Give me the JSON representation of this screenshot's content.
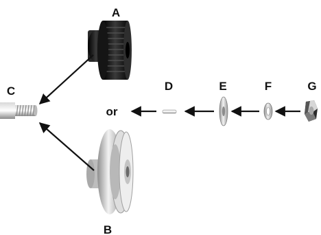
{
  "labels": {
    "a": "A",
    "b": "B",
    "c": "C",
    "d": "D",
    "e": "E",
    "f": "F",
    "g": "G",
    "or": "or"
  },
  "parts": {
    "a": "timing-pulley-icon",
    "b": "v-groove-pulley-icon",
    "c": "threaded-shaft-icon",
    "d": "set-pin-icon",
    "e": "flat-washer-icon",
    "f": "lock-washer-icon",
    "g": "hex-nut-icon"
  },
  "colors": {
    "arrow": "#111111",
    "black_part": "#1c1c1c",
    "silver_part": "#c8c8c8"
  }
}
